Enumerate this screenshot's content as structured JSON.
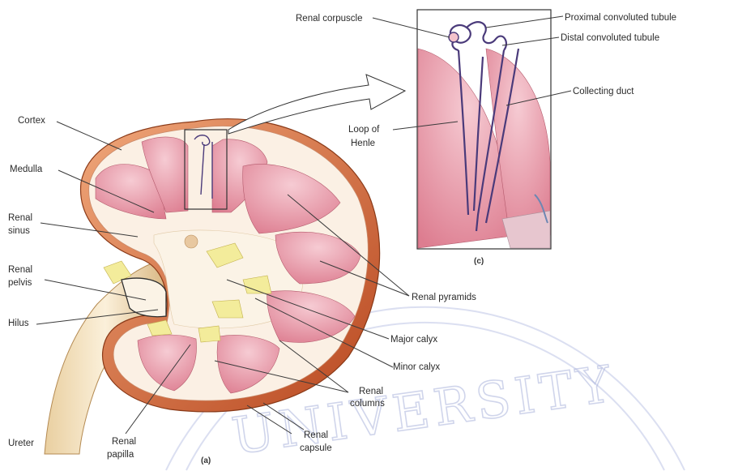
{
  "figure": {
    "panel_labels": {
      "a": "(a)",
      "c": "(c)"
    },
    "labels": {
      "renal_corpuscle": "Renal corpuscle",
      "proximal_tubule": "Proximal convoluted tubule",
      "distal_tubule": "Distal convoluted tubule",
      "collecting_duct": "Collecting duct",
      "loop_of_henle_1": "Loop of",
      "loop_of_henle_2": "Henle",
      "cortex": "Cortex",
      "medulla": "Medulla",
      "renal_sinus_1": "Renal",
      "renal_sinus_2": "sinus",
      "renal_pelvis_1": "Renal",
      "renal_pelvis_2": "pelvis",
      "hilus": "Hilus",
      "ureter": "Ureter",
      "renal_papilla_1": "Renal",
      "renal_papilla_2": "papilla",
      "renal_capsule_1": "Renal",
      "renal_capsule_2": "capsule",
      "renal_columns_1": "Renal",
      "renal_columns_2": "columns",
      "minor_calyx": "Minor calyx",
      "major_calyx": "Major calyx",
      "renal_pyramids": "Renal pyramids"
    },
    "watermark": "UNIVERSITY",
    "colors": {
      "pyramid": "#e58c9c",
      "pyramid_light": "#f3c2cb",
      "cortex": "#fbf0e4",
      "capsule": "#d86a3c",
      "calyx": "#f3ec9b",
      "sinus": "#fbf3e6",
      "tubule": "#4a3a7a"
    }
  }
}
